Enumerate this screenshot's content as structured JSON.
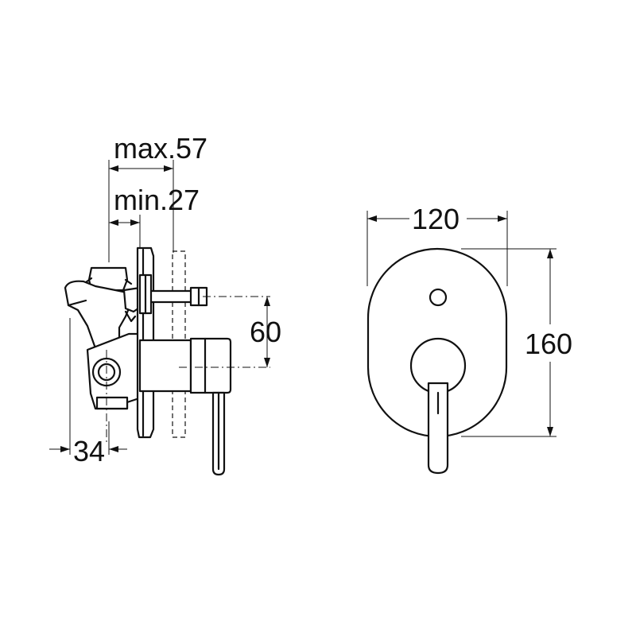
{
  "dimensions": {
    "max_depth": "max.57",
    "min_depth": "min.27",
    "spindle_height": "60",
    "body_depth": "34",
    "plate_width": "120",
    "plate_height": "160"
  }
}
